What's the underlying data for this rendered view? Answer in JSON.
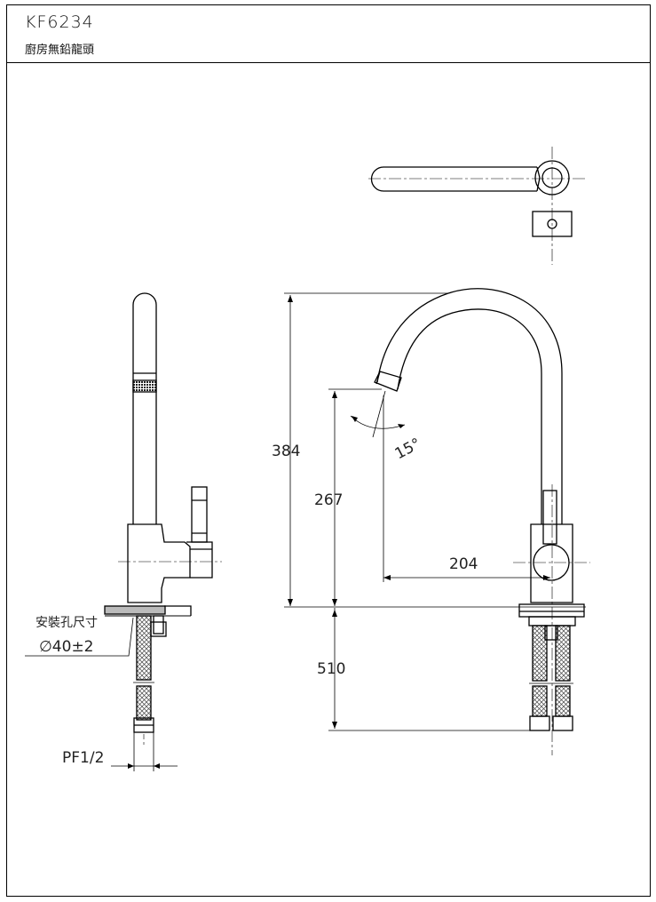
{
  "header": {
    "model_number": "KF6234",
    "product_name": "廚房無鉛龍頭"
  },
  "dimensions": {
    "total_height": "384",
    "spout_height": "267",
    "spout_reach": "204",
    "hose_length": "510",
    "swivel_angle": "15°"
  },
  "notes": {
    "hole_size_label": "安裝孔尺寸",
    "hole_size_value": "∅40±2",
    "thread_label": "PF1/2"
  }
}
